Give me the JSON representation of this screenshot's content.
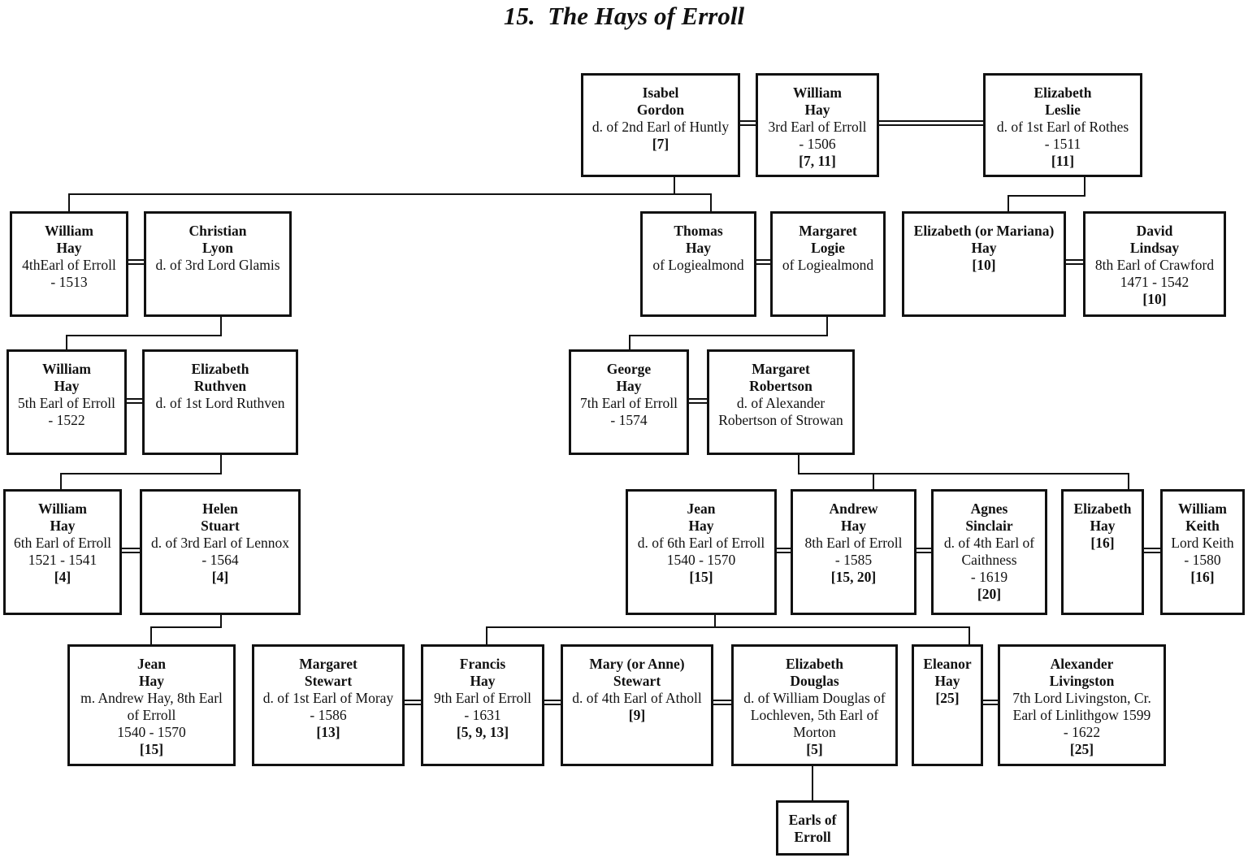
{
  "title": "15.  The Hays of Erroll",
  "persons": {
    "isabel": {
      "name": [
        "Isabel",
        "Gordon"
      ],
      "details": [
        "d. of 2nd Earl of Huntly"
      ],
      "ref": "[7]"
    },
    "william3": {
      "name": [
        "William",
        "Hay"
      ],
      "details": [
        "3rd Earl of Erroll",
        "- 1506"
      ],
      "ref": "[7, 11]"
    },
    "eleslie": {
      "name": [
        "Elizabeth",
        "Leslie"
      ],
      "details": [
        "d. of 1st Earl of Rothes",
        "- 1511"
      ],
      "ref": "[11]"
    },
    "william4": {
      "name": [
        "William",
        "Hay"
      ],
      "details": [
        "4thEarl of Erroll",
        "- 1513"
      ],
      "ref": ""
    },
    "christian": {
      "name": [
        "Christian",
        "Lyon"
      ],
      "details": [
        "d. of 3rd Lord Glamis"
      ],
      "ref": ""
    },
    "thomas": {
      "name": [
        "Thomas",
        "Hay"
      ],
      "details": [
        "of Logiealmond"
      ],
      "ref": ""
    },
    "mlogie": {
      "name": [
        "Margaret",
        "Logie"
      ],
      "details": [
        "of Logiealmond"
      ],
      "ref": ""
    },
    "emariana": {
      "name": [
        "Elizabeth (or Mariana)",
        "Hay"
      ],
      "details": [],
      "ref": "[10]"
    },
    "dlindsay": {
      "name": [
        "David",
        "Lindsay"
      ],
      "details": [
        "8th Earl of Crawford",
        "1471 - 1542"
      ],
      "ref": "[10]"
    },
    "william5": {
      "name": [
        "William",
        "Hay"
      ],
      "details": [
        "5th Earl of Erroll",
        "- 1522"
      ],
      "ref": ""
    },
    "eruthven": {
      "name": [
        "Elizabeth",
        "Ruthven"
      ],
      "details": [
        "d. of 1st Lord Ruthven"
      ],
      "ref": ""
    },
    "george": {
      "name": [
        "George",
        "Hay"
      ],
      "details": [
        "7th Earl of Erroll",
        "- 1574"
      ],
      "ref": ""
    },
    "mrobertson": {
      "name": [
        "Margaret",
        "Robertson"
      ],
      "details": [
        "d. of Alexander",
        "Robertson of Strowan"
      ],
      "ref": ""
    },
    "william6": {
      "name": [
        "William",
        "Hay"
      ],
      "details": [
        "6th Earl of Erroll",
        "1521 - 1541"
      ],
      "ref": "[4]"
    },
    "helen": {
      "name": [
        "Helen",
        "Stuart"
      ],
      "details": [
        "d. of 3rd Earl of Lennox",
        "- 1564"
      ],
      "ref": "[4]"
    },
    "jean4": {
      "name": [
        "Jean",
        "Hay"
      ],
      "details": [
        "d. of 6th Earl of Erroll",
        "1540 - 1570"
      ],
      "ref": "[15]"
    },
    "andrew": {
      "name": [
        "Andrew",
        "Hay"
      ],
      "details": [
        "8th Earl of Erroll",
        "- 1585"
      ],
      "ref": "[15, 20]"
    },
    "agnes": {
      "name": [
        "Agnes",
        "Sinclair"
      ],
      "details": [
        "d. of 4th Earl of",
        "Caithness",
        "- 1619"
      ],
      "ref": "[20]"
    },
    "elizhay": {
      "name": [
        "Elizabeth",
        "Hay"
      ],
      "details": [],
      "ref": "[16]"
    },
    "wkeith": {
      "name": [
        "William",
        "Keith"
      ],
      "details": [
        "Lord Keith",
        "- 1580"
      ],
      "ref": "[16]"
    },
    "jean5": {
      "name": [
        "Jean",
        "Hay"
      ],
      "details": [
        "m. Andrew Hay, 8th Earl",
        "of Erroll",
        "1540 - 1570"
      ],
      "ref": "[15]"
    },
    "mstewart": {
      "name": [
        "Margaret",
        "Stewart"
      ],
      "details": [
        "d. of 1st Earl of Moray",
        "- 1586"
      ],
      "ref": "[13]"
    },
    "francis": {
      "name": [
        "Francis",
        "Hay"
      ],
      "details": [
        "9th Earl of Erroll",
        "- 1631"
      ],
      "ref": "[5, 9, 13]"
    },
    "marystewart": {
      "name": [
        "Mary (or Anne)",
        "Stewart"
      ],
      "details": [
        "d. of 4th Earl of Atholl"
      ],
      "ref": "[9]"
    },
    "edouglas": {
      "name": [
        "Elizabeth",
        "Douglas"
      ],
      "details": [
        "d. of William Douglas of",
        "Lochleven, 5th Earl of",
        "Morton"
      ],
      "ref": "[5]"
    },
    "eleanor": {
      "name": [
        "Eleanor",
        "Hay"
      ],
      "details": [],
      "ref": "[25]"
    },
    "alexander": {
      "name": [
        "Alexander",
        "Livingston"
      ],
      "details": [
        "7th Lord Livingston, Cr.",
        "Earl of Linlithgow 1599",
        "- 1622"
      ],
      "ref": "[25]"
    },
    "earls": {
      "name": [
        "Earls of",
        "Erroll"
      ],
      "details": [],
      "ref": ""
    }
  }
}
